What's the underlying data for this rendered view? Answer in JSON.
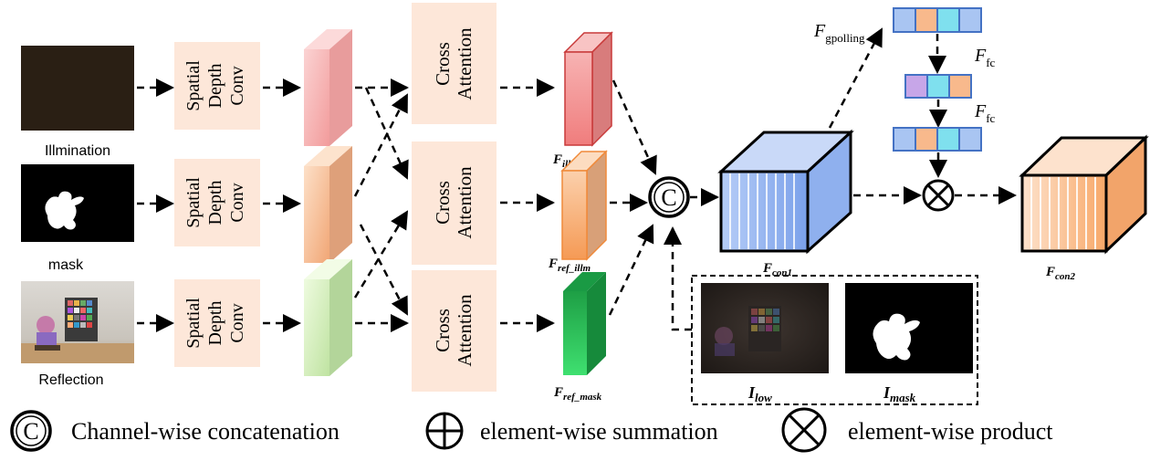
{
  "inputs": {
    "illumination": "Illmination",
    "mask": "mask",
    "reflection": "Reflection"
  },
  "conv": {
    "line1": "Spatial",
    "line2": "Depth",
    "line3": "Conv"
  },
  "attention": {
    "line1": "Cross",
    "line2": "Attention"
  },
  "features": {
    "illm_mask": {
      "base": "F",
      "sub": "illm_mask"
    },
    "ref_illm": {
      "base": "F",
      "sub": "ref_illm"
    },
    "ref_mask": {
      "base": "F",
      "sub": "ref_mask"
    },
    "con1": {
      "base": "F",
      "sub": "con1"
    },
    "con2": {
      "base": "F",
      "sub": "con2"
    },
    "gpolling": {
      "base": "F",
      "sub": "gpolling"
    },
    "fc1": {
      "base": "F",
      "sub": "fc"
    },
    "fc2": {
      "base": "F",
      "sub": "fc"
    }
  },
  "images": {
    "low": {
      "base": "I",
      "sub": "low"
    },
    "mask": {
      "base": "I",
      "sub": "mask"
    }
  },
  "concat_symbol": "C",
  "legend": {
    "concat": "Channel-wise concatenation",
    "sum": "element-wise summation",
    "product": "element-wise product"
  },
  "colors": {
    "block_fill": "#fde7d9",
    "feat_red": "#f49999",
    "feat_orange": "#f7b98a",
    "feat_green_light": "#d6f2bd",
    "feat_green_dark": "#22b14c",
    "cube_blue": "#9db8f2",
    "cube_orange": "#fbc08f",
    "vec_blue": "#a9c5f2",
    "vec_orange": "#f8b98c",
    "vec_cyan": "#7fe0ee",
    "vec_purple": "#c7a6e8"
  }
}
